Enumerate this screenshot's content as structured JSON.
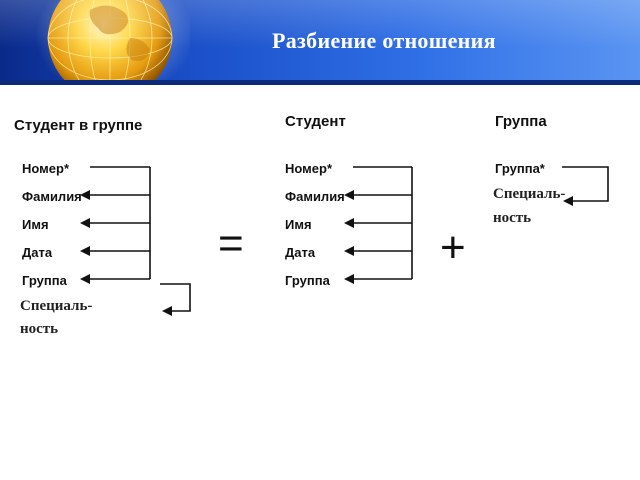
{
  "slide": {
    "title": "Разбиение отношения"
  },
  "header": {
    "background_start": "#0a2a8a",
    "background_end": "#5a95f2",
    "logo_icon": "globe-icon"
  },
  "relations": {
    "student_in_group": {
      "heading": "Студент в группе",
      "attributes": [
        "Номер*",
        "Фамилия",
        "Имя",
        "Дата",
        "Группа"
      ],
      "dependent_attribute": [
        "Специаль-",
        "ность"
      ]
    },
    "student": {
      "heading": "Студент",
      "attributes": [
        "Номер*",
        "Фамилия",
        "Имя",
        "Дата",
        "Группа"
      ]
    },
    "group": {
      "heading": "Группа",
      "attributes": [
        "Группа*"
      ],
      "dependent_attribute": [
        "Специаль-",
        "ность"
      ]
    }
  },
  "operators": {
    "equals": "=",
    "plus": "+"
  }
}
